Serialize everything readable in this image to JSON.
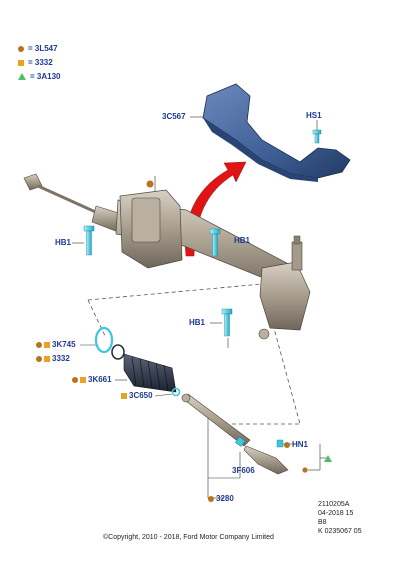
{
  "legend": [
    {
      "symbol": "circle",
      "color": "#b8731d",
      "text": "= 3L547"
    },
    {
      "symbol": "square",
      "color": "#e7a321",
      "text": "= 3332"
    },
    {
      "symbol": "triangle",
      "color": "#4fbf6a",
      "text": "= 3A130"
    }
  ],
  "labels": {
    "shield": "3C567",
    "bolt_hs1": "HS1",
    "hb1_left": "HB1",
    "hb1_center": "HB1",
    "hb1_lower": "HB1",
    "boot_clamp": "3K745",
    "washer": "3332",
    "boot": "3K661",
    "clip": "3C650",
    "nut": "HN1",
    "locknut": "3F606",
    "tie_rod": "3280"
  },
  "reference": {
    "line1": "2110205A",
    "line2": "04-2018 15",
    "line3": "B8",
    "line4": "K 0235067 05"
  },
  "copyright": "©Copyright, 2010 - 2018, Ford Motor Company Limited",
  "colors": {
    "label_blue": "#1f3a93",
    "shield_blue": "#3e5f95",
    "rack_metal": "#9d9384",
    "arrow_red": "#e01414",
    "bolt_cyan": "#4fd3e6"
  }
}
